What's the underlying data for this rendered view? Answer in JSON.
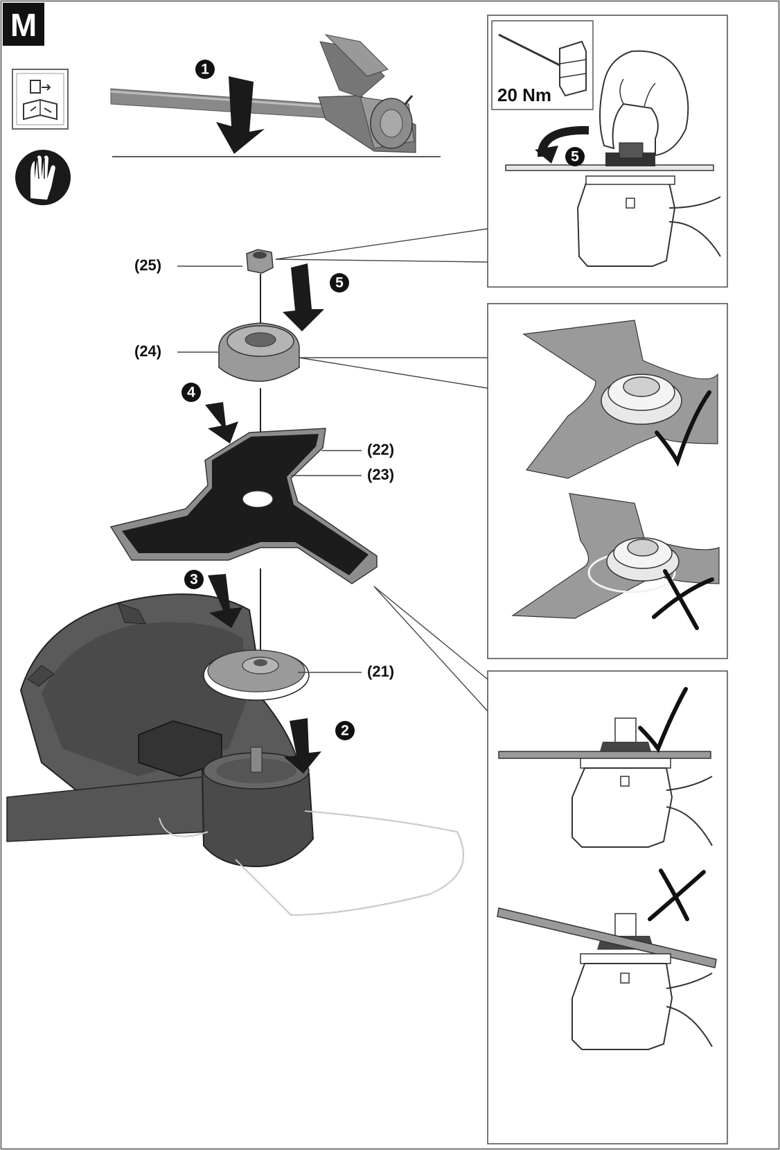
{
  "figure": {
    "letter": "M",
    "torque_label": "20 Nm",
    "steps": [
      "1",
      "2",
      "3",
      "4",
      "5",
      "5"
    ],
    "parts": {
      "p25": "(25)",
      "p24": "(24)",
      "p22": "(22)",
      "p23": "(23)",
      "p21": "(21)"
    },
    "icons": [
      "read-manual-icon",
      "wear-gloves-icon",
      "check-mark-icon",
      "cross-mark-icon"
    ],
    "colors": {
      "dark": "#1a1a1a",
      "blade_gray": "#9a9a9a",
      "body_gray": "#5a5a5a",
      "frame": "#555555"
    }
  }
}
